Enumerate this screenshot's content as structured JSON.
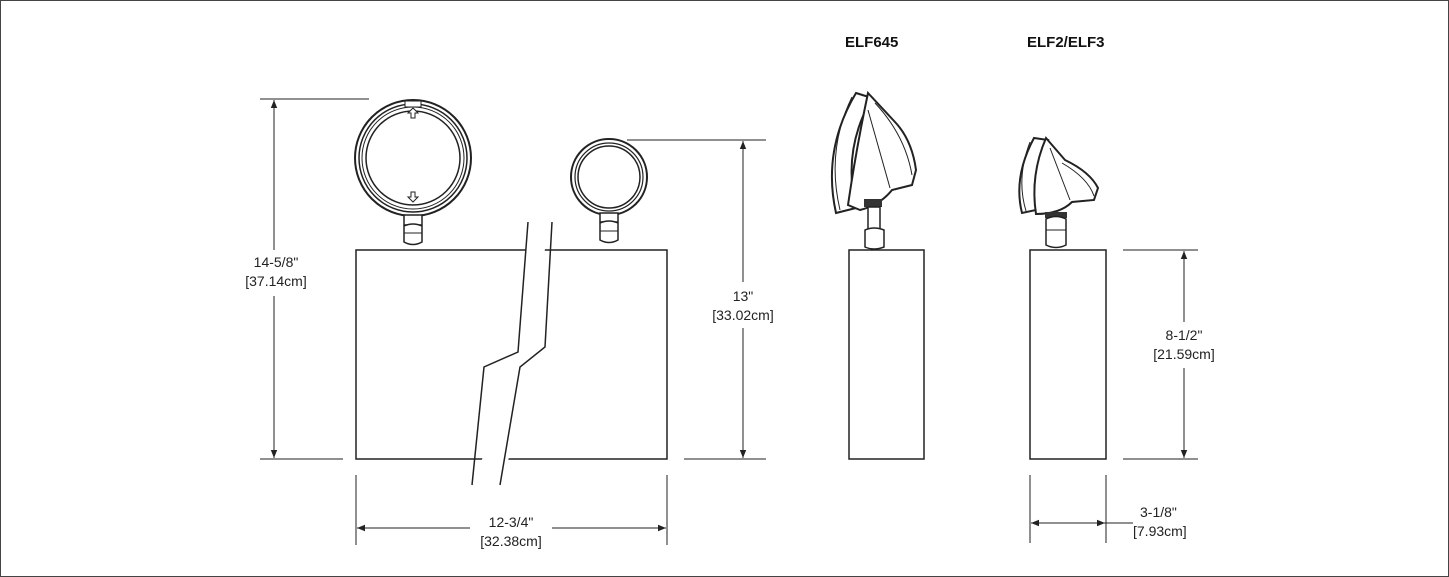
{
  "models": {
    "elf645": "ELF645",
    "elf2_elf3": "ELF2/ELF3"
  },
  "dimensions": {
    "overall_height": {
      "imperial": "14-5/8\"",
      "metric": "[37.14cm]"
    },
    "head_height": {
      "imperial": "13\"",
      "metric": "[33.02cm]"
    },
    "width": {
      "imperial": "12-3/4\"",
      "metric": "[32.38cm]"
    },
    "housing_height": {
      "imperial": "8-1/2\"",
      "metric": "[21.59cm]"
    },
    "depth": {
      "imperial": "3-1/8\"",
      "metric": "[7.93cm]"
    }
  },
  "colors": {
    "line": "#222222",
    "fill": "#ffffff",
    "head_dark": "#333333"
  }
}
